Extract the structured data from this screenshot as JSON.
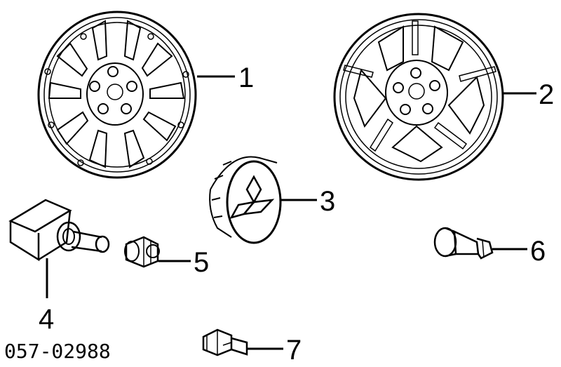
{
  "callouts": [
    {
      "id": "1",
      "label": "1",
      "part": "wheel-multi-spoke"
    },
    {
      "id": "2",
      "label": "2",
      "part": "wheel-five-spoke"
    },
    {
      "id": "3",
      "label": "3",
      "part": "center-cap"
    },
    {
      "id": "4",
      "label": "4",
      "part": "tire-pressure-sensor"
    },
    {
      "id": "5",
      "label": "5",
      "part": "lug-nut"
    },
    {
      "id": "6",
      "label": "6",
      "part": "valve-stem"
    },
    {
      "id": "7",
      "label": "7",
      "part": "sensor-nut"
    }
  ],
  "diagram_code": "057-02988",
  "colors": {
    "line": "#000000",
    "background": "#ffffff"
  },
  "icons": [
    "wheel-icon",
    "center-cap-icon",
    "tpms-sensor-icon",
    "lug-nut-icon",
    "valve-stem-icon"
  ]
}
